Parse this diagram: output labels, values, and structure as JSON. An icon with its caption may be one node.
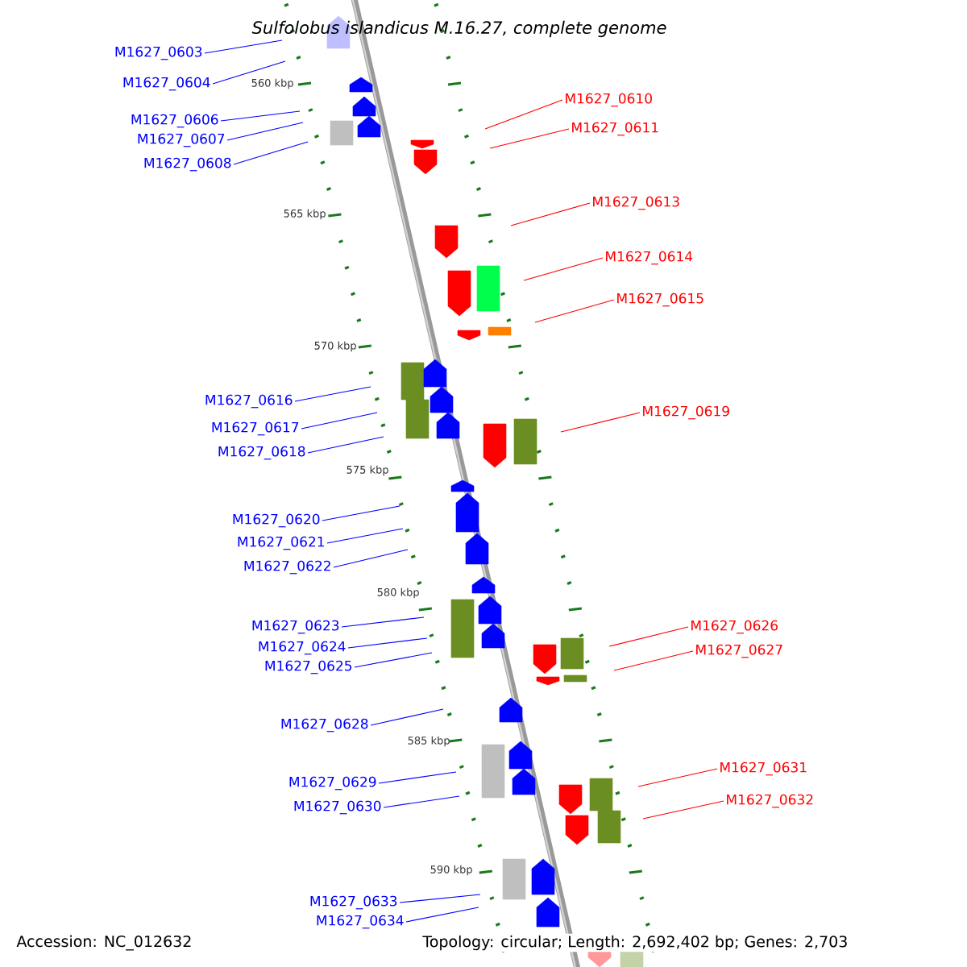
{
  "diagram": {
    "title": "Sulfolobus islandicus M.16.27, complete genome",
    "nodes": [
      {
        "text": [
          "M1627_0603"
        ]
      },
      {
        "text": [
          "M1627_0604"
        ]
      },
      {
        "text": [
          "M1627_0610"
        ]
      },
      {
        "text": [
          "M1627_0606"
        ]
      },
      {
        "text": [
          "M1627_0611"
        ]
      },
      {
        "text": [
          "M1627_0607"
        ]
      },
      {
        "text": [
          "M1627_0608"
        ]
      },
      {
        "text": [
          "M1627_0613"
        ]
      },
      {
        "text": [
          "M1627_0614"
        ]
      },
      {
        "text": [
          "M1627_0615"
        ]
      },
      {
        "text": [
          "M1627_0616"
        ]
      },
      {
        "text": [
          "M1627_0619"
        ]
      },
      {
        "text": [
          "M1627_0617"
        ]
      },
      {
        "text": [
          "M1627_0618"
        ]
      },
      {
        "text": [
          "M1627_0620"
        ]
      },
      {
        "text": [
          "M1627_0621"
        ]
      },
      {
        "text": [
          "M1627_0622"
        ]
      },
      {
        "text": [
          "M1627_0623"
        ]
      },
      {
        "text": [
          "M1627_0626"
        ]
      },
      {
        "text": [
          "M1627_0624"
        ]
      },
      {
        "text": [
          "M1627_0627"
        ]
      },
      {
        "text": [
          "M1627_0625"
        ]
      },
      {
        "text": [
          "M1627_0628"
        ]
      },
      {
        "text": [
          "M1627_0631"
        ]
      },
      {
        "text": [
          "M1627_0629"
        ]
      },
      {
        "text": [
          "M1627_0632"
        ]
      },
      {
        "text": [
          "M1627_0630"
        ]
      },
      {
        "text": [
          "M1627_0633"
        ]
      },
      {
        "text": [
          "M1627_0634"
        ]
      }
    ],
    "edges": [
      {
        "from": 0,
        "to": null,
        "arrow": "none"
      },
      {
        "from": 1,
        "to": null,
        "arrow": "none"
      },
      {
        "from": 2,
        "to": null,
        "arrow": "none",
        "color": "#ff0000"
      },
      {
        "from": 3,
        "to": null,
        "arrow": "none"
      },
      {
        "from": 4,
        "to": null,
        "arrow": "none",
        "color": "#ff0000"
      },
      {
        "from": 5,
        "to": null,
        "arrow": "none"
      },
      {
        "from": 6,
        "to": null,
        "arrow": "none"
      },
      {
        "from": 7,
        "to": null,
        "arrow": "none",
        "color": "#ff0000"
      },
      {
        "from": 8,
        "to": null,
        "arrow": "none",
        "color": "#ff0000"
      },
      {
        "from": 9,
        "to": null,
        "arrow": "none",
        "color": "#ff0000"
      },
      {
        "from": 10,
        "to": null,
        "arrow": "none"
      },
      {
        "from": 11,
        "to": null,
        "arrow": "none",
        "color": "#ff0000"
      },
      {
        "from": 12,
        "to": null,
        "arrow": "none"
      },
      {
        "from": 13,
        "to": null,
        "arrow": "none"
      },
      {
        "from": 14,
        "to": null,
        "arrow": "none"
      },
      {
        "from": 15,
        "to": null,
        "arrow": "none"
      },
      {
        "from": 16,
        "to": null,
        "arrow": "none"
      },
      {
        "from": 17,
        "to": null,
        "arrow": "none"
      },
      {
        "from": 18,
        "to": null,
        "arrow": "none",
        "color": "#ff0000"
      },
      {
        "from": 19,
        "to": null,
        "arrow": "none"
      },
      {
        "from": 20,
        "to": null,
        "arrow": "none",
        "color": "#ff0000"
      },
      {
        "from": 21,
        "to": null,
        "arrow": "none"
      },
      {
        "from": 22,
        "to": null,
        "arrow": "none"
      },
      {
        "from": 23,
        "to": null,
        "arrow": "none",
        "color": "#ff0000"
      },
      {
        "from": 24,
        "to": null,
        "arrow": "none"
      },
      {
        "from": 25,
        "to": null,
        "arrow": "none",
        "color": "#ff0000"
      },
      {
        "from": 26,
        "to": null,
        "arrow": "none"
      },
      {
        "from": 27,
        "to": null,
        "arrow": "none"
      },
      {
        "from": 28,
        "to": null,
        "arrow": "none"
      }
    ],
    "labels": [
      "560 kbp",
      "565 kbp",
      "570 kbp",
      "575 kbp",
      "580 kbp",
      "585 kbp",
      "590 kbp",
      "Accession: NC_012632",
      "Topology: circular; Length: 2,692,402 bp; Genes: 2,703"
    ]
  }
}
